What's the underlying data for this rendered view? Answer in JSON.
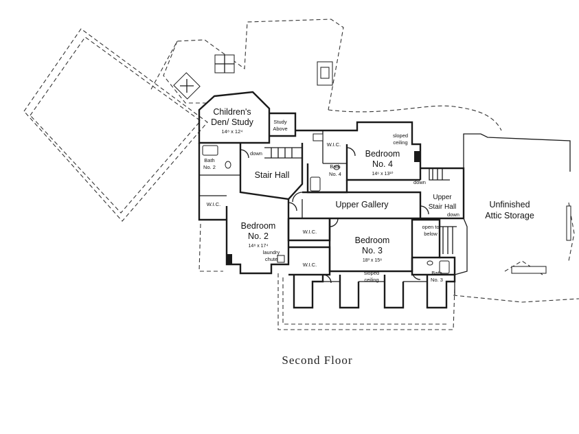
{
  "caption": "Second Floor",
  "rooms": [
    {
      "id": "childrens-den",
      "lines": [
        "Children's",
        "Den/ Study"
      ],
      "dims": "14⁸ x 12⁴"
    },
    {
      "id": "study-above",
      "lines": [
        "Study",
        "Above"
      ],
      "dims": ""
    },
    {
      "id": "stair-hall",
      "lines": [
        "Stair Hall"
      ],
      "dims": ""
    },
    {
      "id": "bath-2",
      "lines": [
        "Bath",
        "No. 2"
      ],
      "dims": ""
    },
    {
      "id": "wic-1",
      "lines": [
        "W.I.C."
      ],
      "dims": ""
    },
    {
      "id": "wic-2",
      "lines": [
        "W.I.C."
      ],
      "dims": ""
    },
    {
      "id": "bath-4",
      "lines": [
        "Bath",
        "No. 4"
      ],
      "dims": ""
    },
    {
      "id": "bedroom-4",
      "lines": [
        "Bedroom",
        "No. 4"
      ],
      "dims": "14⁶ x 13¹⁰"
    },
    {
      "id": "sloped-ceiling-1",
      "lines": [
        "sloped",
        "ceiling"
      ],
      "dims": ""
    },
    {
      "id": "upper-gallery",
      "lines": [
        "Upper Gallery"
      ],
      "dims": ""
    },
    {
      "id": "upper-stair-hall",
      "lines": [
        "Upper",
        "Stair Hall"
      ],
      "dims": ""
    },
    {
      "id": "attic-storage",
      "lines": [
        "Unfinished",
        "Attic Storage"
      ],
      "dims": ""
    },
    {
      "id": "bedroom-2",
      "lines": [
        "Bedroom",
        "No. 2"
      ],
      "dims": "14⁸ x 17⁴"
    },
    {
      "id": "wic-3",
      "lines": [
        "W.I.C."
      ],
      "dims": ""
    },
    {
      "id": "laundry-chute",
      "lines": [
        "laundry",
        "chute"
      ],
      "dims": ""
    },
    {
      "id": "wic-4",
      "lines": [
        "W.I.C."
      ],
      "dims": ""
    },
    {
      "id": "bedroom-3",
      "lines": [
        "Bedroom",
        "No. 3"
      ],
      "dims": "18³ x 15⁸"
    },
    {
      "id": "sloped-ceiling-2",
      "lines": [
        "sloped",
        "ceiling"
      ],
      "dims": ""
    },
    {
      "id": "open-to-below",
      "lines": [
        "open to",
        "below"
      ],
      "dims": ""
    },
    {
      "id": "bath-3",
      "lines": [
        "Bath",
        "No. 3"
      ],
      "dims": ""
    }
  ],
  "stair_notes": [
    "down",
    "down",
    "down"
  ]
}
